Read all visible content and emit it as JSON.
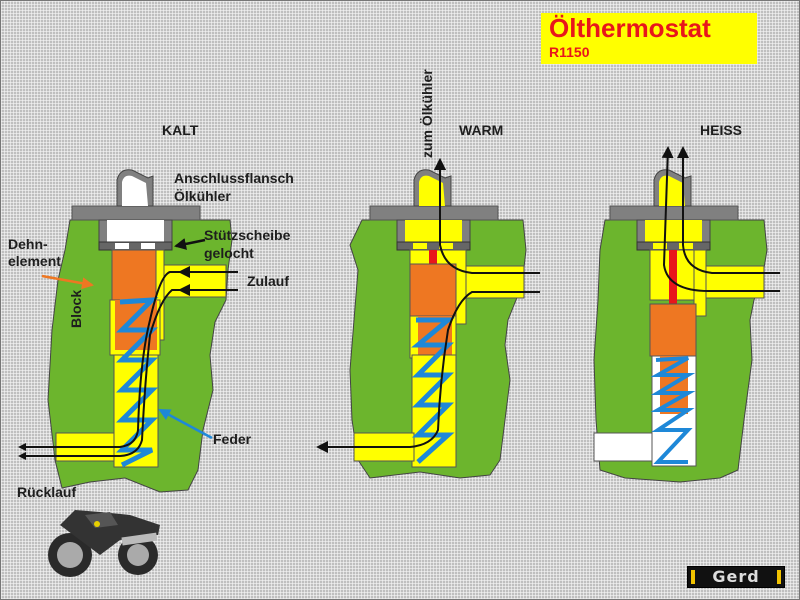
{
  "title": {
    "main": "Ölthermostat",
    "model": "R1150"
  },
  "states": [
    {
      "id": "kalt",
      "label": "KALT"
    },
    {
      "id": "warm",
      "label": "WARM"
    },
    {
      "id": "heiss",
      "label": "HEISS"
    }
  ],
  "labels": {
    "anschlussflansch_line1": "Anschlussflansch",
    "anschlussflansch_line2": "Ölkühler",
    "stuetzscheibe_line1": "Stützscheibe",
    "stuetzscheibe_line2": "gelocht",
    "dehnelement_line1": "Dehn-",
    "dehnelement_line2": "element",
    "zulauf": "Zulauf",
    "block": "Block",
    "feder": "Feder",
    "ruecklauf": "Rücklauf",
    "zum_oelkuehler": "zum Ölkühler"
  },
  "logo": {
    "text": "Gerd"
  },
  "colors": {
    "block_green": "#6cb52d",
    "oil_yellow": "#ffff00",
    "dehnelement_orange": "#ee7722",
    "spring_blue": "#1e88d8",
    "flange_gray": "#808080",
    "pin_red": "#e8161b",
    "title_red": "#e8161b",
    "title_bg": "#ffff00"
  }
}
